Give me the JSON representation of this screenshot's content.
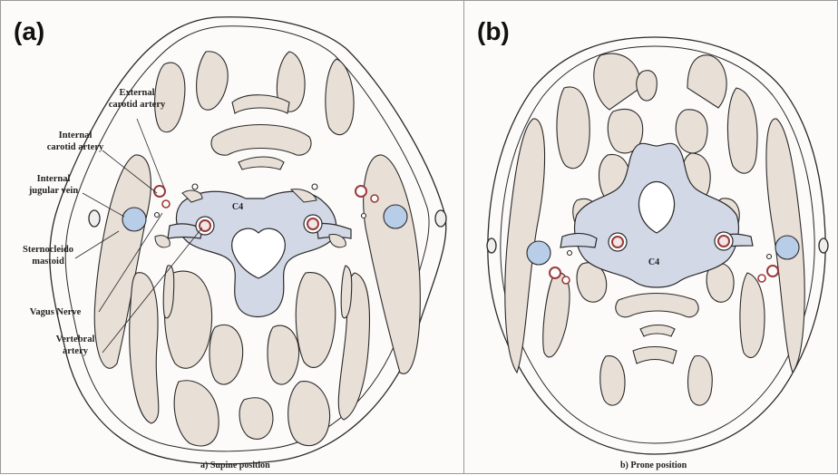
{
  "panels": [
    {
      "tag": "(a)",
      "caption": "a) Supine position",
      "vertebra": "C4"
    },
    {
      "tag": "(b)",
      "caption": "b) Prone position",
      "vertebra": "C4"
    }
  ],
  "labels": {
    "external_carotid": [
      "External",
      "carotid artery"
    ],
    "internal_carotid": [
      "Internal",
      "carotid artery"
    ],
    "internal_jugular": [
      "Internal",
      "jugular vein"
    ],
    "sternocleido": [
      "Sternocleido",
      "mastoid"
    ],
    "vagus": "Vagus Nerve",
    "vertebral": [
      "Vertebral",
      "artery"
    ]
  },
  "colors": {
    "muscle": "#e8dfd7",
    "bone": "#d2d8e6",
    "vein": "#b8cde8",
    "artery": "#9b3a3a",
    "outline": "#2a2a2a"
  }
}
